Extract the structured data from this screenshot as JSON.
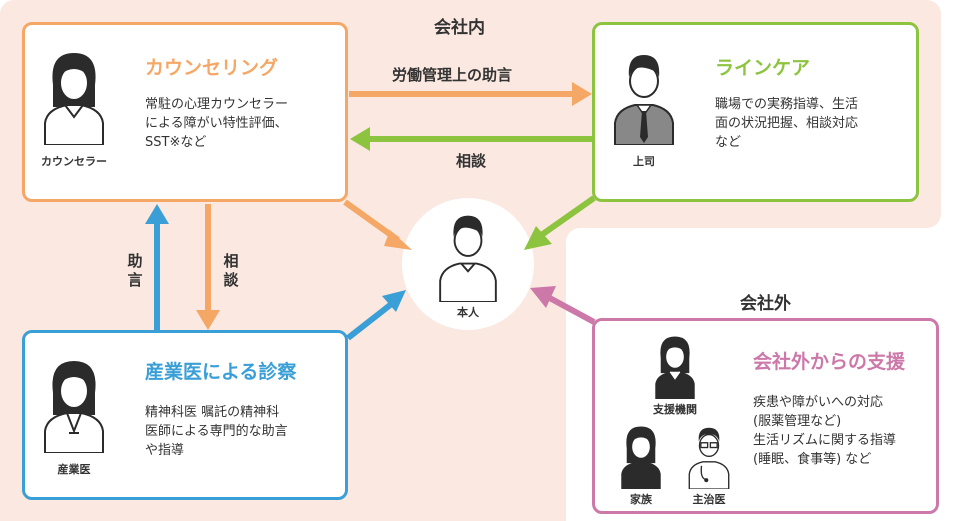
{
  "zones": {
    "inside_label": "会社内",
    "outside_label": "会社外"
  },
  "counseling": {
    "title": "カウンセリング",
    "text": "常駐の心理カウンセラー\nによる障がい特性評価、\nSST※など",
    "person_label": "カウンセラー",
    "color": "#f5a765"
  },
  "linecare": {
    "title": "ラインケア",
    "text": "職場での実務指導、生活\n面の状況把握、相談対応\nなど",
    "person_label": "上司",
    "color": "#8dc43f"
  },
  "doctor": {
    "title": "産業医による診察",
    "text": "精神科医 嘱託の精神科\n医師による専門的な助言\nや指導",
    "person_label": "産業医",
    "color": "#3a9fd6"
  },
  "outside_support": {
    "title": "会社外からの支援",
    "text": "疾患や障がいへの対応\n(服薬管理など)\n生活リズムに関する指導\n(睡眠、食事等) など",
    "people": {
      "support_org": "支援機関",
      "family": "家族",
      "physician": "主治医"
    },
    "color": "#cc78a8"
  },
  "center": {
    "label": "本人"
  },
  "arrows": {
    "labor_advice": "労働管理上の助言",
    "consult_top": "相談",
    "advice_vertical": "助言",
    "consult_vertical": "相談"
  }
}
